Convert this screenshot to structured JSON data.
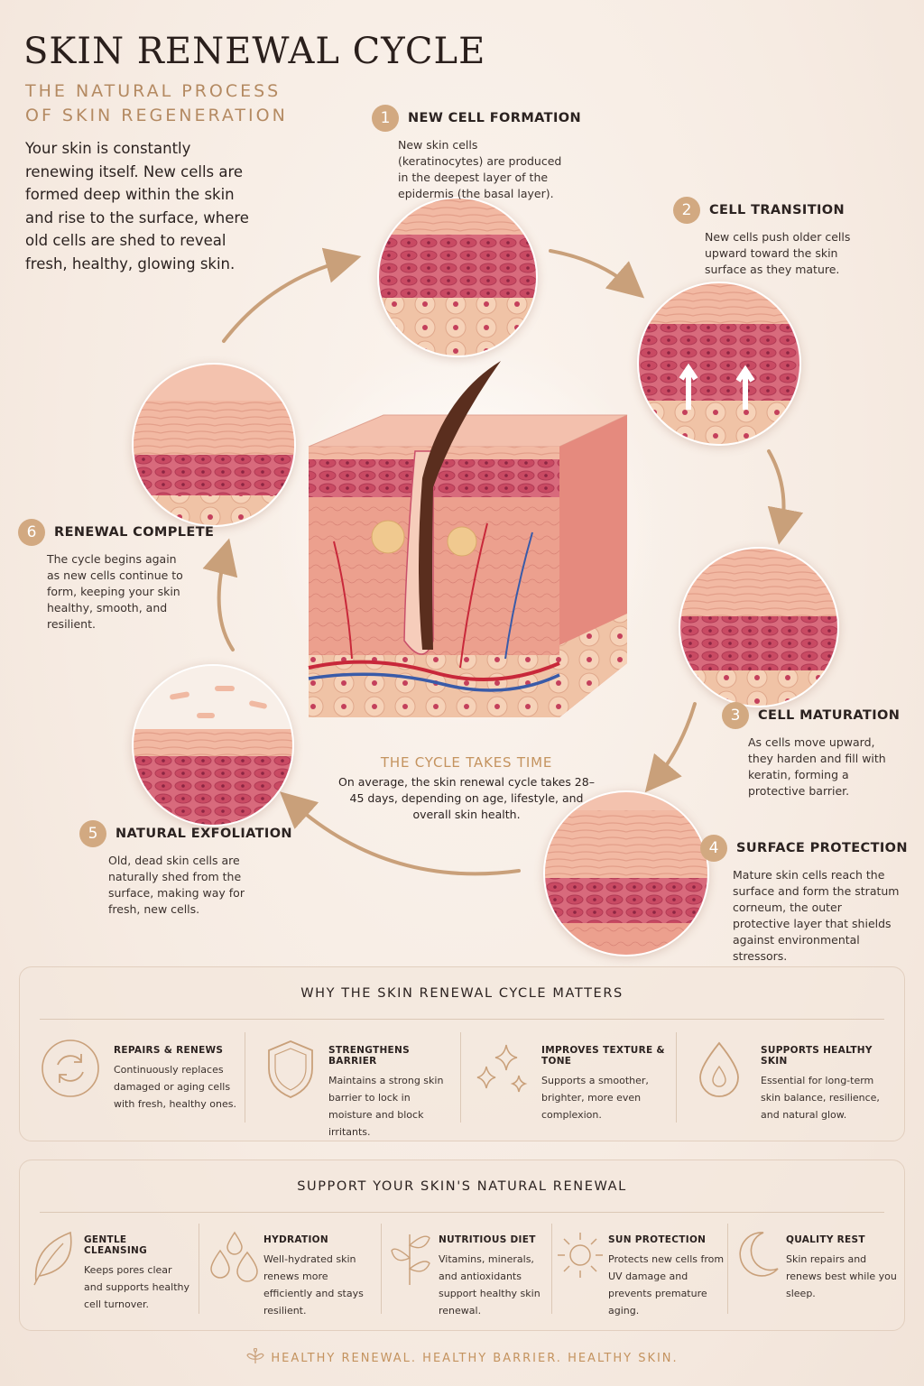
{
  "title": "SKIN RENEWAL CYCLE",
  "subtitle": "THE NATURAL PROCESS OF SKIN REGENERATION",
  "intro": "Your skin is constantly renewing itself. New cells are formed deep within the skin and rise to the surface, where old cells are shed to reveal fresh, healthy, glowing skin.",
  "steps": [
    {
      "number": "1",
      "title": "NEW CELL FORMATION",
      "description": "New skin cells (keratinocytes) are produced in the deepest layer of the epidermis (the basal layer)."
    },
    {
      "number": "2",
      "title": "CELL TRANSITION",
      "description": "New cells push older cells upward toward the skin surface as they mature."
    },
    {
      "number": "3",
      "title": "CELL MATURATION",
      "description": "As cells move upward, they harden and fill with keratin, forming a protective barrier."
    },
    {
      "number": "4",
      "title": "SURFACE PROTECTION",
      "description": "Mature skin cells reach the surface and form the stratum corneum, the outer protective layer that shields against environmental stressors."
    },
    {
      "number": "5",
      "title": "NATURAL EXFOLIATION",
      "description": "Old, dead skin cells are naturally shed from the surface, making way for fresh, new cells."
    },
    {
      "number": "6",
      "title": "RENEWAL COMPLETE",
      "description": "The cycle begins again as new cells continue to form, keeping your skin healthy, smooth, and resilient."
    }
  ],
  "center": {
    "title": "THE CYCLE TAKES TIME",
    "description": "On average, the skin renewal cycle takes 28–45 days, depending on age, lifestyle, and overall skin health."
  },
  "why": {
    "title": "WHY THE SKIN RENEWAL CYCLE MATTERS",
    "items": [
      {
        "icon": "renew-cycle-icon",
        "title": "REPAIRS & RENEWS",
        "description": "Continuously replaces damaged or aging cells with fresh, healthy ones."
      },
      {
        "icon": "shield-icon",
        "title": "STRENGTHENS BARRIER",
        "description": "Maintains a strong skin barrier to lock in moisture and block irritants."
      },
      {
        "icon": "sparkles-icon",
        "title": "IMPROVES TEXTURE & TONE",
        "description": "Supports a smoother, brighter, more even complexion."
      },
      {
        "icon": "water-drop-icon",
        "title": "SUPPORTS HEALTHY SKIN",
        "description": "Essential for long-term skin balance, resilience, and natural glow."
      }
    ]
  },
  "support": {
    "title": "SUPPORT YOUR SKIN'S NATURAL RENEWAL",
    "items": [
      {
        "icon": "leaf-icon",
        "title": "GENTLE CLEANSING",
        "description": "Keeps pores clear and supports healthy cell turnover."
      },
      {
        "icon": "droplets-icon",
        "title": "HYDRATION",
        "description": "Well-hydrated skin renews more efficiently and stays resilient."
      },
      {
        "icon": "branch-icon",
        "title": "NUTRITIOUS DIET",
        "description": "Vitamins, minerals, and antioxidants support healthy skin renewal."
      },
      {
        "icon": "sun-icon",
        "title": "SUN PROTECTION",
        "description": "Protects new cells from UV damage and prevents premature aging."
      },
      {
        "icon": "moon-icon",
        "title": "QUALITY REST",
        "description": "Skin repairs and renews best while you sleep."
      }
    ]
  },
  "footer": "HEALTHY RENEWAL. HEALTHY BARRIER. HEALTHY SKIN.",
  "colors": {
    "accent": "#c4935f",
    "badge": "#d2a981",
    "skin": "#e9a48f",
    "tissue": "#c9506a"
  }
}
